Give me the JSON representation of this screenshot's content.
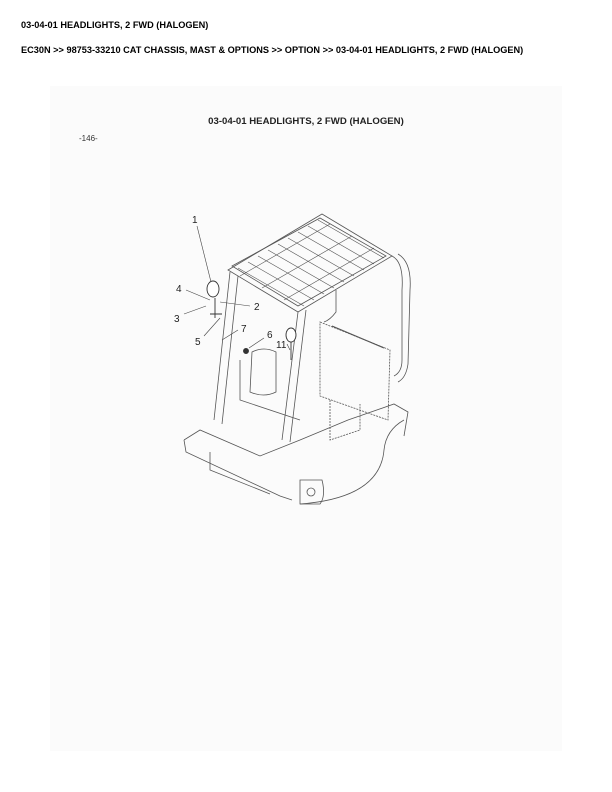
{
  "header": {
    "title": "03-04-01 HEADLIGHTS, 2 FWD (HALOGEN)",
    "breadcrumb": "EC30N >> 98753-33210 CAT CHASSIS, MAST & OPTIONS >> OPTION >> 03-04-01 HEADLIGHTS, 2 FWD (HALOGEN)"
  },
  "figure": {
    "title": "03-04-01 HEADLIGHTS, 2 FWD (HALOGEN)",
    "page_number": "-146-",
    "callouts": [
      "1",
      "2",
      "3",
      "4",
      "5",
      "6",
      "7",
      "11"
    ]
  },
  "colors": {
    "page_background": "#ffffff",
    "panel_background": "#fbfbfb",
    "line_art": "#444444"
  }
}
